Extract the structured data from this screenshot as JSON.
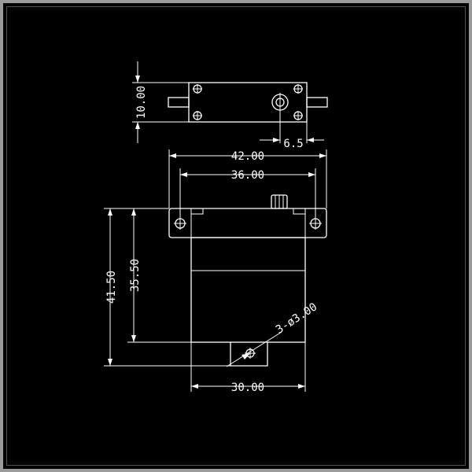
{
  "dimensions": {
    "top_height": "10.00",
    "horn_offset": "6.5",
    "width_outer": "42.00",
    "width_holes": "36.00",
    "height_total": "41.50",
    "height_body": "35.50",
    "hole_spec": "3-ø3.00",
    "width_body": "30.00"
  },
  "colors": {
    "background": "#000000",
    "line": "#ffffff",
    "frame": "#9a9a9a"
  }
}
